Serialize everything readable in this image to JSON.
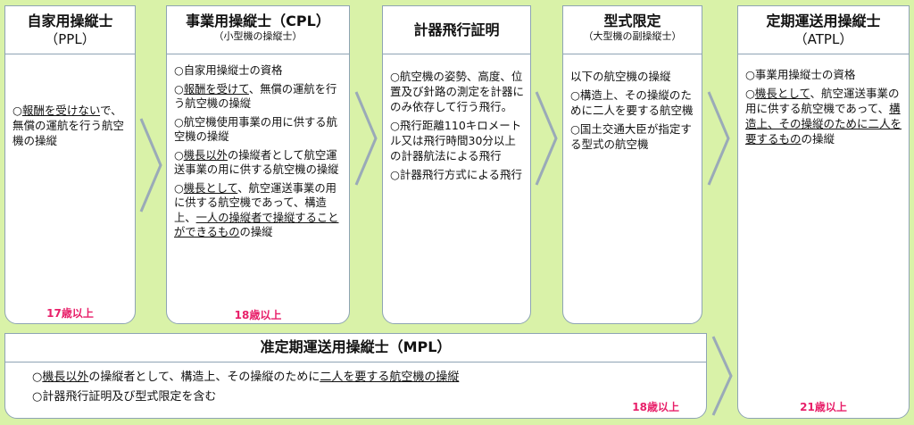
{
  "ppl": {
    "title": "自家用操縦士",
    "subtitle": "（PPL）",
    "items": [
      [
        "○",
        {
          "u": "報酬を受けない"
        },
        "で、無償の運航を行う航空機の操縦"
      ]
    ],
    "age": "17歳以上"
  },
  "cpl": {
    "title": "事業用操縦士（CPL）",
    "subtitle": "（小型機の操縦士）",
    "items": [
      [
        "○自家用操縦士の資格"
      ],
      [
        "○",
        {
          "u": "報酬を受けて"
        },
        "、無償の運航を行う航空機の操縦"
      ],
      [
        "○航空機使用事業の用に供する航空機の操縦"
      ],
      [
        "○",
        {
          "u": "機長以外"
        },
        "の操縦者として航空運送事業の用に供する航空機の操縦"
      ],
      [
        "○",
        {
          "u": "機長として"
        },
        "、航空運送事業の用に供する航空機であって、構造上、",
        {
          "u": "一人の操縦者で操縦することができるもの"
        },
        "の操縦"
      ]
    ],
    "age": "18歳以上"
  },
  "instrument": {
    "title": "計器飛行証明",
    "items": [
      [
        "○航空機の姿勢、高度、位置及び針路の測定を計器にのみ依存して行う飛行。"
      ],
      [
        "○飛行距離110キロメートル又は飛行時間30分以上の計器航法による飛行"
      ],
      [
        "○計器飛行方式による飛行"
      ]
    ]
  },
  "type_rating": {
    "title": "型式限定",
    "subtitle": "（大型機の副操縦士）",
    "items": [
      [
        "以下の航空機の操縦"
      ],
      [
        "○構造上、その操縦のために二人を要する航空機"
      ],
      [
        "○国土交通大臣が指定する型式の航空機"
      ]
    ]
  },
  "atpl": {
    "title": "定期運送用操縦士",
    "subtitle": "（ATPL）",
    "items": [
      [
        "○事業用操縦士の資格"
      ],
      [
        "○",
        {
          "u": "機長として"
        },
        "、航空運送事業の用に供する航空機であって、",
        {
          "u": "構造上、その操縦のために二人を要するもの"
        },
        "の操縦"
      ]
    ],
    "age": "21歳以上"
  },
  "mpl": {
    "title": "准定期運送用操縦士（MPL）",
    "items": [
      [
        "○",
        {
          "u": "機長以外"
        },
        "の操縦者として、構造上、その操縦のために",
        {
          "u": "二人を要する航空機の操縦"
        }
      ],
      [
        "○計器飛行証明及び型式限定を含む"
      ]
    ],
    "age": "18歳以上"
  },
  "colors": {
    "background": "#d9f2a8",
    "age_text": "#e8206a",
    "border": "#8ea4b4"
  }
}
